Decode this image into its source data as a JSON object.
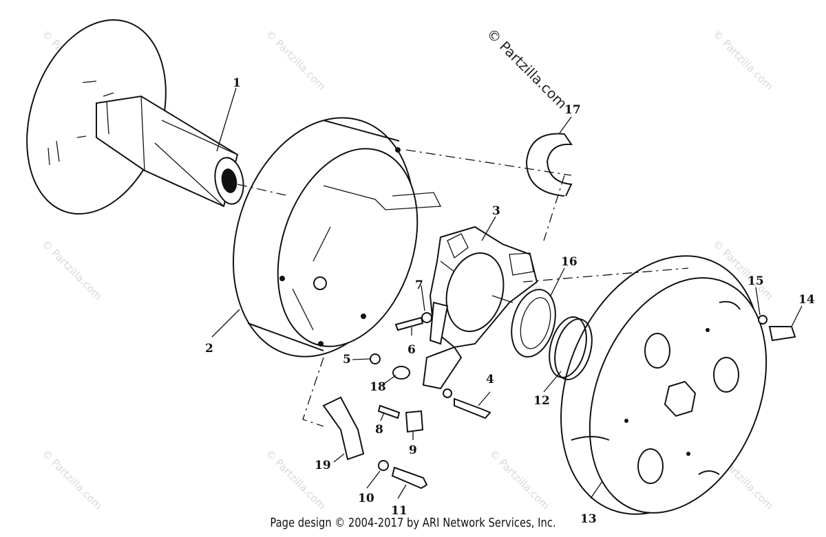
{
  "copyright": {
    "watermark_top": "© Partzilla.com",
    "watermark_repeat": "© Partzilla.com",
    "footer": "Page design © 2004-2017 by ARI Network Services, Inc."
  },
  "callouts": [
    "1",
    "2",
    "3",
    "4",
    "5",
    "6",
    "7",
    "8",
    "9",
    "10",
    "11",
    "12",
    "13",
    "14",
    "15",
    "16",
    "17",
    "18",
    "19"
  ]
}
